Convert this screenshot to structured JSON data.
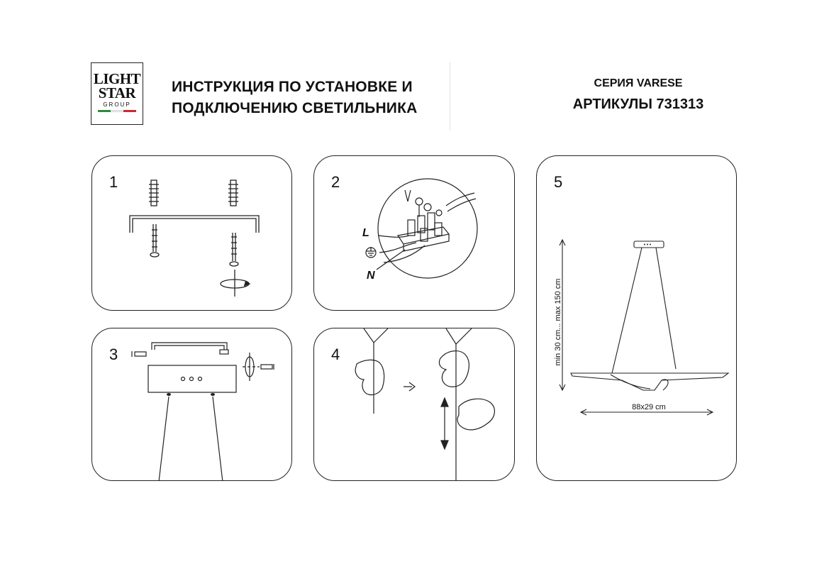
{
  "logo": {
    "line1": "LIGHT",
    "line2": "STAR",
    "line3": "GROUP",
    "flag_colors": [
      "#2e8b3a",
      "#ffffff",
      "#d22630"
    ]
  },
  "header": {
    "title_line1": "ИНСТРУКЦИЯ ПО УСТАНОВКЕ И",
    "title_line2": "ПОДКЛЮЧЕНИЮ СВЕТИЛЬНИКА",
    "series": "СЕРИЯ VARESE",
    "articles": "АРТИКУЛЫ 731313"
  },
  "steps": [
    {
      "number": "1"
    },
    {
      "number": "2",
      "label_L": "L",
      "label_N": "N"
    },
    {
      "number": "3"
    },
    {
      "number": "4"
    },
    {
      "number": "5",
      "height_dim": "min 30 cm... max 150 cm",
      "width_dim": "88x29 cm"
    }
  ]
}
